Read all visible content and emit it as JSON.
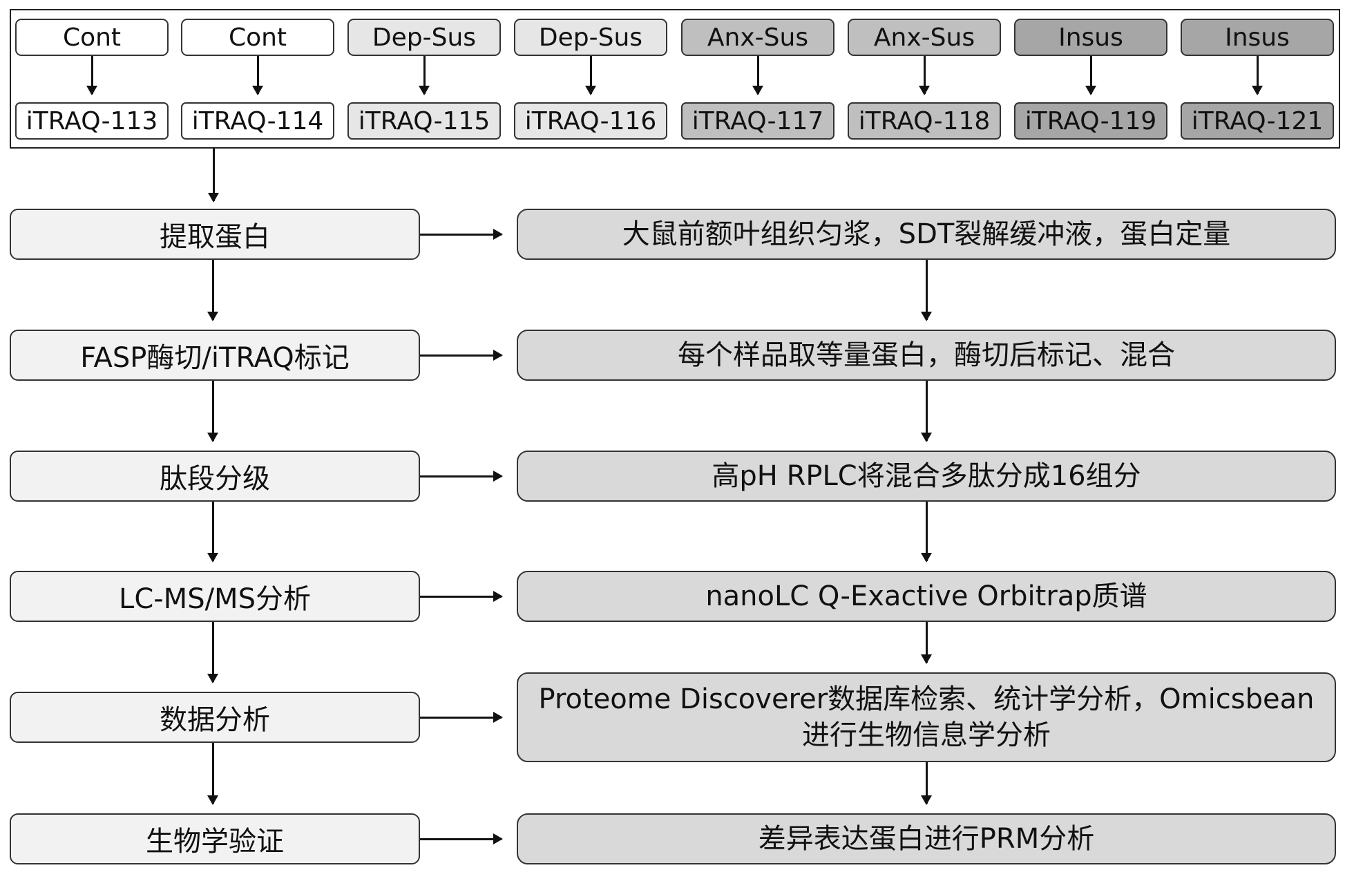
{
  "groups": [
    {
      "label": "Cont",
      "tag": "iTRAQ-113",
      "shade": "white"
    },
    {
      "label": "Cont",
      "tag": "iTRAQ-114",
      "shade": "white"
    },
    {
      "label": "Dep-Sus",
      "tag": "iTRAQ-115",
      "shade": "light"
    },
    {
      "label": "Dep-Sus",
      "tag": "iTRAQ-116",
      "shade": "light"
    },
    {
      "label": "Anx-Sus",
      "tag": "iTRAQ-117",
      "shade": "mid"
    },
    {
      "label": "Anx-Sus",
      "tag": "iTRAQ-118",
      "shade": "mid"
    },
    {
      "label": "Insus",
      "tag": "iTRAQ-119",
      "shade": "dark"
    },
    {
      "label": "Insus",
      "tag": "iTRAQ-121",
      "shade": "dark"
    }
  ],
  "steps": [
    {
      "label": "提取蛋白",
      "detail": [
        "大鼠前额叶组织匀浆，SDT裂解缓冲液，蛋白定量"
      ]
    },
    {
      "label": "FASP酶切/iTRAQ标记",
      "detail": [
        "每个样品取等量蛋白，酶切后标记、混合"
      ]
    },
    {
      "label": "肽段分级",
      "detail": [
        "高pH RPLC将混合多肽分成16组分"
      ]
    },
    {
      "label": "LC-MS/MS分析",
      "detail": [
        "nanoLC Q-Exactive Orbitrap质谱"
      ]
    },
    {
      "label": "数据分析",
      "detail": [
        "Proteome Discoverer数据库检索、统计学分析，Omicsbean",
        "进行生物信息学分析"
      ]
    },
    {
      "label": "生物学验证",
      "detail": [
        "差异表达蛋白进行PRM分析"
      ]
    }
  ],
  "colors": {
    "white": "#ffffff",
    "light": "#e6e6e6",
    "mid": "#bfbfbf",
    "dark": "#a6a6a6",
    "flow_fill": "#f2f2f2",
    "detail_fill": "#d9d9d9"
  }
}
